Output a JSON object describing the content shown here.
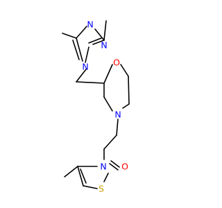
{
  "molecule": {
    "atoms": [
      {
        "id": "N_tz1",
        "symbol": "N",
        "color": "#0000ff"
      },
      {
        "id": "N_tz2",
        "symbol": "N",
        "color": "#0000ff"
      },
      {
        "id": "N_tz4",
        "symbol": "N",
        "color": "#0000ff"
      },
      {
        "id": "O_morph",
        "symbol": "O",
        "color": "#ff0000"
      },
      {
        "id": "N_morph",
        "symbol": "N",
        "color": "#0000ff"
      },
      {
        "id": "N_thz",
        "symbol": "N",
        "color": "#0000ff"
      },
      {
        "id": "O_carbonyl",
        "symbol": "O",
        "color": "#ff0000"
      },
      {
        "id": "S_thz",
        "symbol": "S",
        "color": "#c8a000"
      }
    ],
    "bond_color": "#000000",
    "background": "#ffffff"
  }
}
